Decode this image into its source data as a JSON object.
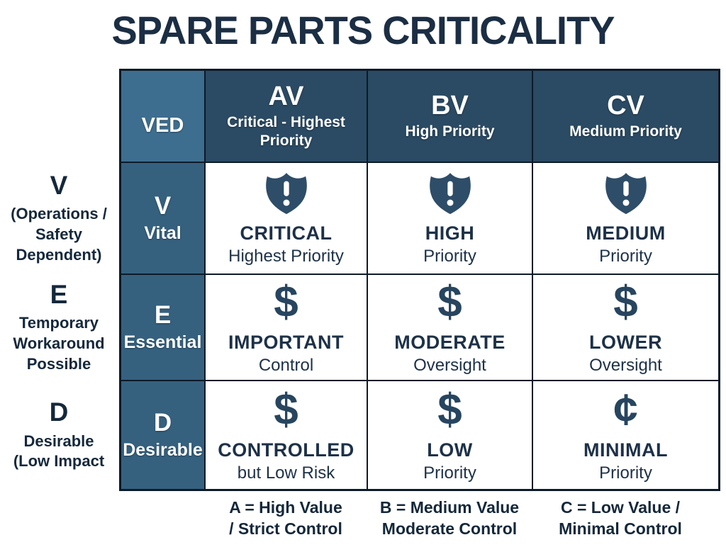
{
  "title": "SPARE PARTS CRITICALITY",
  "matrix": {
    "corner": "VED",
    "columns": [
      {
        "code": "AV",
        "subtitle": "Critical - Highest Priority"
      },
      {
        "code": "BV",
        "subtitle": "High Priority"
      },
      {
        "code": "CV",
        "subtitle": "Medium Priority"
      }
    ],
    "row_headers": [
      {
        "code": "V",
        "label": "Vital"
      },
      {
        "code": "E",
        "label": "Essential"
      },
      {
        "code": "D",
        "label": "Desirable"
      }
    ],
    "side_labels": [
      {
        "code": "V",
        "lines": [
          "(Operations /",
          "Safety",
          "Dependent)"
        ]
      },
      {
        "code": "E",
        "lines": [
          "Temporary",
          "Workaround",
          "Possible"
        ]
      },
      {
        "code": "D",
        "lines": [
          "Desirable",
          "(Low Impact"
        ]
      }
    ],
    "cells": [
      [
        {
          "icon": "shield-alert-icon",
          "glyph": "",
          "title": "CRITICAL",
          "subtitle": "Highest Priority"
        },
        {
          "icon": "shield-alert-icon",
          "glyph": "",
          "title": "HIGH",
          "subtitle": "Priority"
        },
        {
          "icon": "shield-alert-icon",
          "glyph": "",
          "title": "MEDIUM",
          "subtitle": "Priority"
        }
      ],
      [
        {
          "icon": "dollar-icon",
          "glyph": "$",
          "title": "IMPORTANT",
          "subtitle": "Control"
        },
        {
          "icon": "dollar-icon",
          "glyph": "$",
          "title": "MODERATE",
          "subtitle": "Oversight"
        },
        {
          "icon": "dollar-icon",
          "glyph": "$",
          "title": "LOWER",
          "subtitle": "Oversight"
        }
      ],
      [
        {
          "icon": "dollar-icon",
          "glyph": "$",
          "title": "CONTROLLED",
          "subtitle": "but Low Risk"
        },
        {
          "icon": "dollar-icon",
          "glyph": "$",
          "title": "LOW",
          "subtitle": "Priority"
        },
        {
          "icon": "cent-icon",
          "glyph": "¢",
          "title": "MINIMAL",
          "subtitle": "Priority"
        }
      ]
    ]
  },
  "legend": [
    {
      "lines": [
        "A = High Value",
        "/ Strict Control"
      ]
    },
    {
      "lines": [
        "B = Medium Value",
        "Moderate Control"
      ]
    },
    {
      "lines": [
        "C = Low Value /",
        "Minimal Control"
      ]
    }
  ],
  "colors": {
    "title_text": "#1b2e44",
    "header_navy": "#2b4a63",
    "corner_teal": "#3e6e8f",
    "row_teal": "#35617f",
    "grid_border": "#0d1a28",
    "cell_text": "#1d3148",
    "icon_navy": "#2e4d68"
  }
}
